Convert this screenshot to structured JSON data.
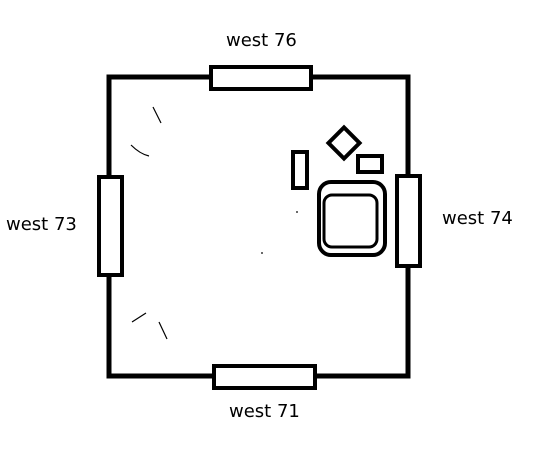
{
  "labels": {
    "top": "west 76",
    "left": "west 73",
    "right": "west 74",
    "bottom": "west 71"
  },
  "colors": {
    "stroke": "#000000",
    "background": "#ffffff"
  }
}
